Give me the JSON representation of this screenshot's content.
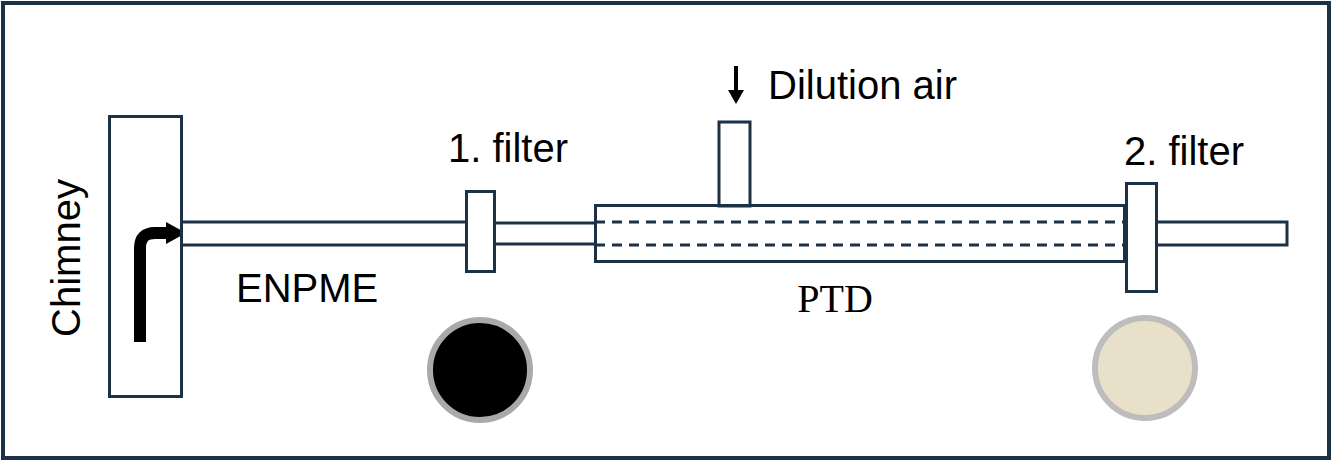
{
  "diagram": {
    "nodes": [
      {
        "text": [
          "Chimney"
        ]
      },
      {
        "text": [
          "1. filter"
        ]
      },
      {
        "text": [
          "PTD"
        ]
      },
      {
        "text": [
          "2. filter"
        ]
      }
    ],
    "edges": [
      {
        "from": 0,
        "to": 1,
        "arrow": "none"
      },
      {
        "from": 1,
        "to": 2,
        "arrow": "none"
      }
    ],
    "labels": [
      "ENPME",
      "Dilution air"
    ]
  }
}
